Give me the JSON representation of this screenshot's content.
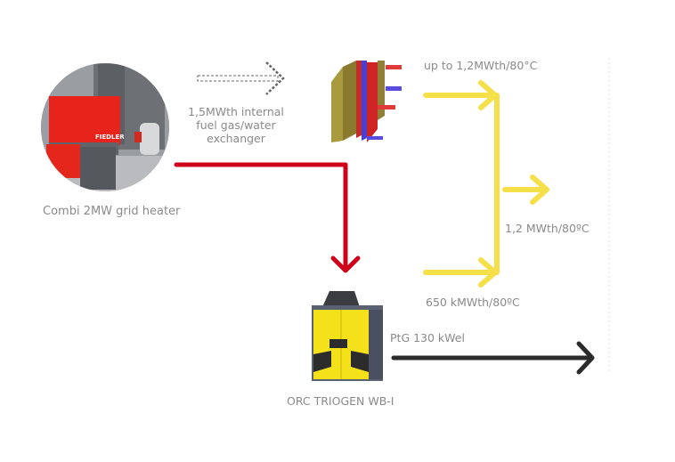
{
  "diagram": {
    "nodes": {
      "heater": {
        "label": "Combi 2MW grid heater",
        "brand_text": "FIEDLER"
      },
      "exchanger": {
        "label_lines": [
          "1,5MWth internal",
          "fuel gas/water",
          "exchanger"
        ]
      },
      "orc": {
        "label": "ORC TRIOGEN WB-I"
      }
    },
    "flows": {
      "exchanger_output": "up to 1,2MWth/80°C",
      "combined_output": "1,2 MWth/80ºC",
      "orc_heat_output": "650 kMWth/80ºC",
      "electric_output": "PtG 130 kWel"
    },
    "colors": {
      "heat_line": "#f5e04a",
      "hot_flow": "#d0021b",
      "electric_line": "#2b2b2b",
      "text": "#8a8a8a"
    }
  }
}
